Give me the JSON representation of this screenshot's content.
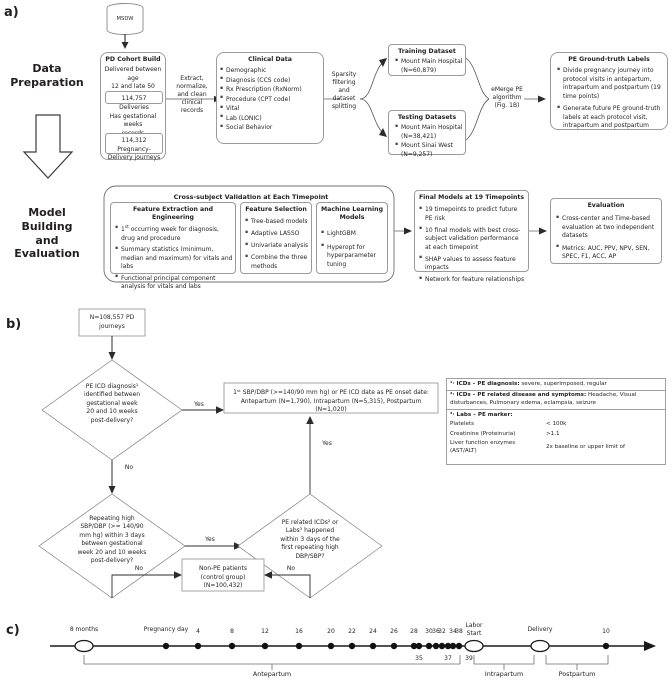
{
  "figure": {
    "panels": [
      "a)",
      "b)",
      "c)"
    ]
  },
  "panel_a": {
    "letter": "a)",
    "stage1": "Data\nPreparation",
    "stage2": "Model\nBuilding\nand\nEvaluation",
    "database": {
      "label": "MSDW",
      "name": "database-cylinder"
    },
    "cohort": {
      "title": "PD Cohort Build",
      "line1": "Delivered between age",
      "line2": "12 and late 50",
      "count1": "114,757 Deliveries",
      "line3": "Has gestational weeks",
      "line4": "records",
      "count2a": "114,312 Pregnancy-",
      "count2b": "Delivery journeys"
    },
    "arrow1_label": "Extract,\nnormalize,\nand clean\nclinical\nrecords",
    "clinical_data": {
      "title": "Clinical Data",
      "items": [
        "Demographic",
        "Diagnosis (CCS code)",
        "Rx Prescription (RxNorm)",
        "Procedure (CPT code)",
        "Vital",
        "Lab (LONIC)",
        "Social Behavior"
      ]
    },
    "arrow2_label": "Sparsity\nfiltering\nand\ndataset\nsplitting",
    "training": {
      "title": "Training Dataset",
      "items": [
        "Mount Main Hospital (N=60,879)"
      ],
      "item_line1": "Mount Main Hospital",
      "item_line2": "(N=60,879)"
    },
    "testing": {
      "title": "Testing Datasets",
      "items": [
        "Mount Main Hospital (N=38,421)",
        "Mount Sinai West (N=9,257)"
      ],
      "item1_line1": "Mount Main Hospital",
      "item1_line2": "(N=38,421)",
      "item2_line1": "Mount Sinai West",
      "item2_line2": "(N=9,257)"
    },
    "arrow3_label": "eMerge PE\nalgorithm\n(Fig. 1B)",
    "ground_truth": {
      "title": "PE Ground-truth Labels",
      "items": [
        "Divide pregnancy journey into protocol visits in antepartum, intrapartum and postpartum (19 time points)",
        "Generate future PE ground-truth labels at each protocol visit, intrapartum and postpartum"
      ]
    },
    "cross_subject_title": "Cross-subject Validation at Each Timepoint",
    "feature_eng": {
      "title": "Feature Extraction and Engineering",
      "items": [
        "1st occurring week for diagnosis, drug and procedure",
        "Summary statistics (minimum, median and maximum) for vitals and labs",
        "Functional principal component analysis for vitals and labs"
      ]
    },
    "feature_sel": {
      "title": "Feature Selection",
      "items": [
        "Tree-based models",
        "Adaptive LASSO",
        "Univariate analysis",
        "Combine the three methods"
      ]
    },
    "ml_models": {
      "title": "Machine Learning Models",
      "items": [
        "LightGBM",
        "Hyperopt for hyperparameter tuning"
      ]
    },
    "final_models": {
      "title": "Final Models at 19 Timepoints",
      "items": [
        "19 timepoints to predict future PE risk",
        "10 final models with best cross-subject validation performance at each timepoint",
        "SHAP values to assess feature impacts",
        "Network for feature relationships"
      ]
    },
    "evaluation": {
      "title": "Evaluation",
      "items": [
        "Cross-center and Time-based evaluation at two independent datasets",
        "Metrics: AUC, PPV, NPV, SEN, SPEC, F1, ACC, AP"
      ]
    }
  },
  "panel_b": {
    "letter": "b)",
    "start_box": "N=108,557 PD\njourneys",
    "decision1": "PE ICD diagnosis¹ identified between gestational week 20 and 10 weeks post-delivery?",
    "decision1_lines": [
      "PE ICD diagnosis¹",
      "identified between",
      "gestational week",
      "20 and 10 weeks",
      "post-delivery?"
    ],
    "decision2_lines": [
      "Repeating high",
      "SBP/DBP (>= 140/90",
      "mm hg) within 3 days",
      "between gestational",
      "week 20 and 10 weeks",
      "post-delivery?"
    ],
    "decision3_lines": [
      "PE related ICDs² or",
      "Labs³ happened",
      "within 3 days of the",
      "first repeating high",
      "DBP/SBP?"
    ],
    "onset_box_line1": "1ˢᵗ SBP/DBP (>=140/90 mm hg) or PE ICD date as PE onset date:",
    "onset_box_line2": "Antepartum (N=1,790), Intrapartum (N=5,315), Postpartum (N=1,020)",
    "control_box_lines": [
      "Non-PE patients",
      "(control group)",
      "(N=100,432)"
    ],
    "edge_yes": "Yes",
    "edge_no": "No",
    "legend": {
      "row1_key": "¹· ICDs – PE diagnosis:",
      "row1_val": "severe, superimposed, regular",
      "row2_key": "²· ICDs – PE related disease and symptoms:",
      "row2_val": "Headache, Visual disturbances, Pulmonary edema, eclampsia, seizure",
      "row3_key": "³· Labs – PE marker:",
      "labs": [
        {
          "name": "Platelets",
          "value": "< 100k"
        },
        {
          "name": "Creatinine (Proteinuria)",
          "value": ">1.1"
        },
        {
          "name": "Liver function enzymes (AST/ALT)",
          "value": "2x baseline or upper limit of"
        }
      ]
    }
  },
  "panel_c": {
    "letter": "c)",
    "start_label": "8 months",
    "pregnancy_day_label": "Pregnancy day",
    "labor_start_label": "Labor\nStart",
    "delivery_label": "Delivery",
    "ticks": [
      "",
      "4",
      "8",
      "12",
      "16",
      "20",
      "22",
      "24",
      "26",
      "28",
      "30",
      "32",
      "34",
      "35",
      "36",
      "37",
      "38",
      "39"
    ],
    "post_tick": "10",
    "periods": [
      "Antepartum",
      "Intrapartum",
      "Postpartum"
    ]
  }
}
